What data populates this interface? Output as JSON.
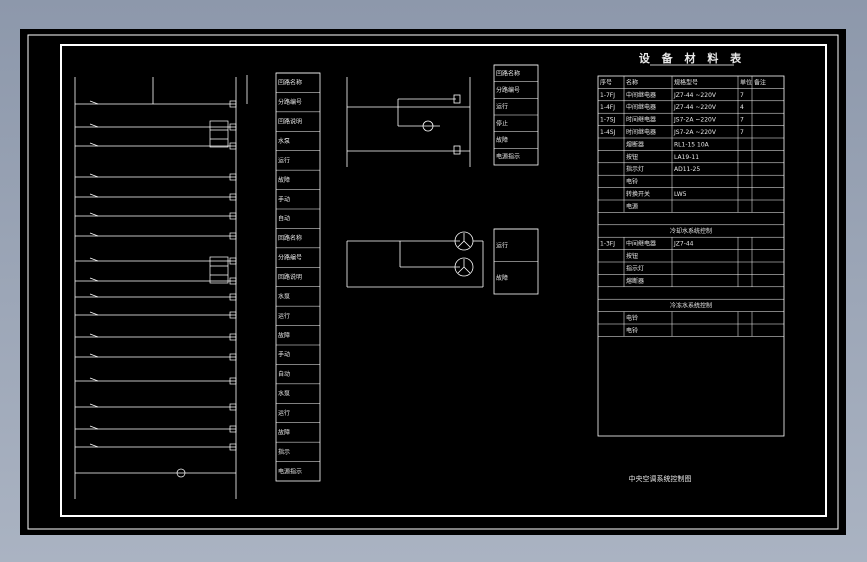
{
  "drawing": {
    "caption": "中央空调系统控制图",
    "background": "#000000",
    "line_color": "#ffffff",
    "viewport_color": "#a3acbb"
  },
  "legend_panels": {
    "left": [
      "回路名称",
      "分路编号",
      "回路说明",
      "水泵",
      "运行",
      "故障",
      "手动",
      "自动",
      "回路名称",
      "分路编号",
      "回路说明",
      "水泵",
      "运行",
      "故障",
      "手动",
      "自动",
      "水泵",
      "运行",
      "故障",
      "指示",
      "电源指示"
    ],
    "middle_top": [
      "回路名称",
      "分路编号",
      "运行",
      "停止",
      "故障",
      "电源指示"
    ],
    "middle_bottom": [
      "运行",
      "故障"
    ]
  },
  "table": {
    "title": "设 备 材 料 表",
    "headers": [
      "序号",
      "名称",
      "规格型号",
      "单位",
      "备注"
    ],
    "rows": [
      {
        "code": "1-7FJ",
        "name": "中间继电器",
        "spec": "JZ7-44 ~220V",
        "qty": "7",
        "note": ""
      },
      {
        "code": "1-4FJ",
        "name": "中间继电器",
        "spec": "JZ7-44 ~220V",
        "qty": "4",
        "note": ""
      },
      {
        "code": "1-7SJ",
        "name": "时间继电器",
        "spec": "JS7-2A ~220V",
        "qty": "7",
        "note": ""
      },
      {
        "code": "1-4SJ",
        "name": "时间继电器",
        "spec": "JS7-2A ~220V",
        "qty": "7",
        "note": ""
      },
      {
        "code": "",
        "name": "熔断器",
        "spec": "RL1-15 10A",
        "qty": "",
        "note": ""
      },
      {
        "code": "",
        "name": "按钮",
        "spec": "LA19-11",
        "qty": "",
        "note": ""
      },
      {
        "code": "",
        "name": "指示灯",
        "spec": "AD11-25",
        "qty": "",
        "note": ""
      },
      {
        "code": "",
        "name": "电铃",
        "spec": "",
        "qty": "",
        "note": ""
      },
      {
        "code": "",
        "name": "转换开关",
        "spec": "LW5",
        "qty": "",
        "note": ""
      },
      {
        "code": "",
        "name": "电源",
        "spec": "",
        "qty": "",
        "note": ""
      }
    ],
    "section2_title": "冷却水系统控制",
    "section2_rows": [
      {
        "code": "1-3FJ",
        "name": "中间继电器",
        "spec": "JZ7-44",
        "qty": "",
        "note": ""
      },
      {
        "code": "",
        "name": "按钮",
        "spec": "",
        "qty": "",
        "note": ""
      },
      {
        "code": "",
        "name": "指示灯",
        "spec": "",
        "qty": "",
        "note": ""
      },
      {
        "code": "",
        "name": "熔断器",
        "spec": "",
        "qty": "",
        "note": ""
      }
    ],
    "section3_title": "冷冻水系统控制",
    "section3_rows": [
      {
        "code": "",
        "name": "电铃",
        "spec": "",
        "qty": "",
        "note": ""
      },
      {
        "code": "",
        "name": "电铃",
        "spec": "",
        "qty": "",
        "note": ""
      }
    ]
  }
}
